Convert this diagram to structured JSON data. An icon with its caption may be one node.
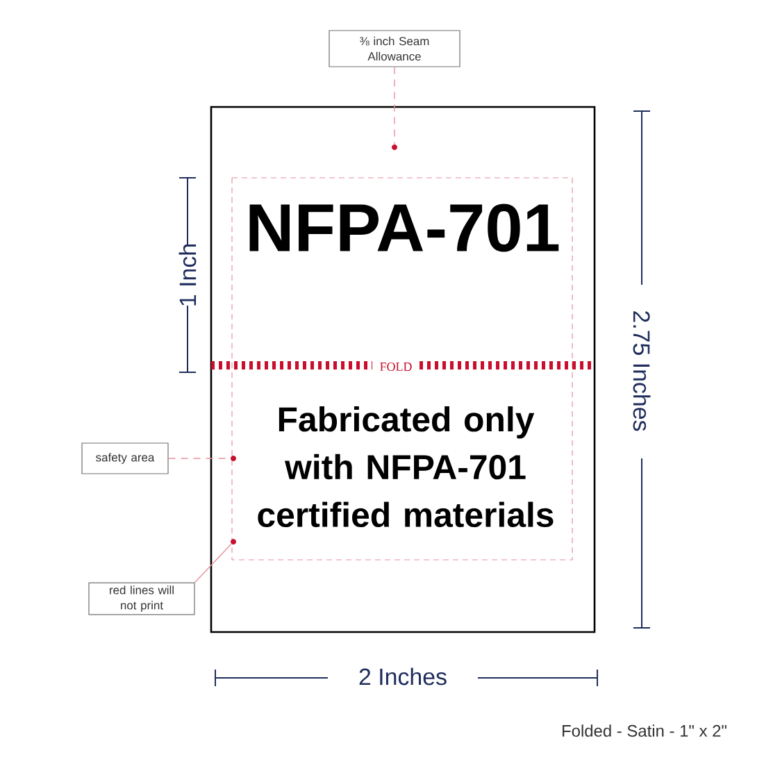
{
  "diagram": {
    "nodes": [
      {
        "text": [
          "NFPA-701",
          "FOLD",
          "Fabricated only with NFPA-701 certified materials"
        ]
      },
      {
        "text": [
          "⅜ inch Seam Allowance"
        ]
      },
      {
        "text": [],
        "shape": "circle",
        "in": 0
      },
      {
        "text": [
          "safety area"
        ]
      },
      {
        "text": [],
        "shape": "circle",
        "in": 0
      },
      {
        "text": [
          "red lines will not print"
        ]
      },
      {
        "text": [],
        "shape": "circle",
        "in": 0
      }
    ],
    "edges": [
      {
        "from": 1,
        "to": 2,
        "arrow": "none",
        "style": "dashed"
      },
      {
        "from": 3,
        "to": 4,
        "arrow": "none",
        "style": "dashed"
      },
      {
        "from": 5,
        "to": 6,
        "arrow": "none"
      }
    ],
    "labels": [
      "1 Inch",
      "2.75 Inches",
      "2 Inches",
      "Folded - Satin - 1\" x 2\""
    ]
  }
}
